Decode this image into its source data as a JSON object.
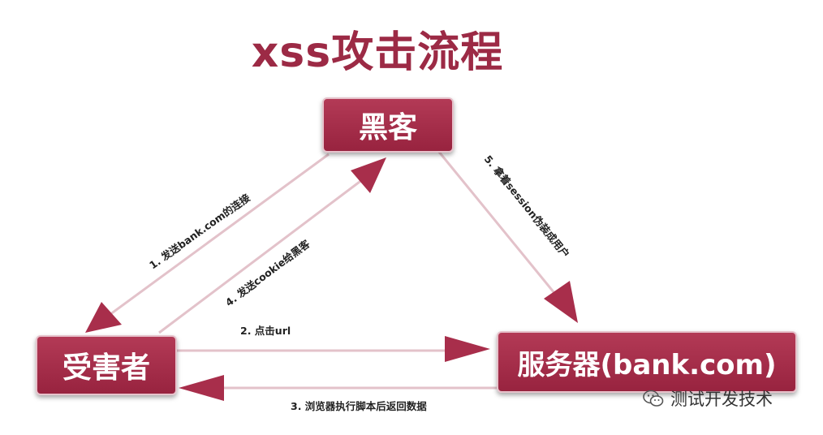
{
  "title": "xss攻击流程",
  "nodes": {
    "hacker": "黑客",
    "victim": "受害者",
    "server": "服务器(bank.com)"
  },
  "steps": {
    "s1": "1. 发送bank.com的连接",
    "s2": "2. 点击url",
    "s3": "3. 浏览器执行脚本后返回数据",
    "s4": "4. 发送cookie给黑客",
    "s5": "5. 拿着session伪装成用户"
  },
  "watermark": "测试开发技术",
  "colors": {
    "node_fill": "#a82e4b",
    "title": "#9c2a45",
    "arrow_head": "#a82e4b",
    "arrow_line": "#e3c2ca"
  }
}
